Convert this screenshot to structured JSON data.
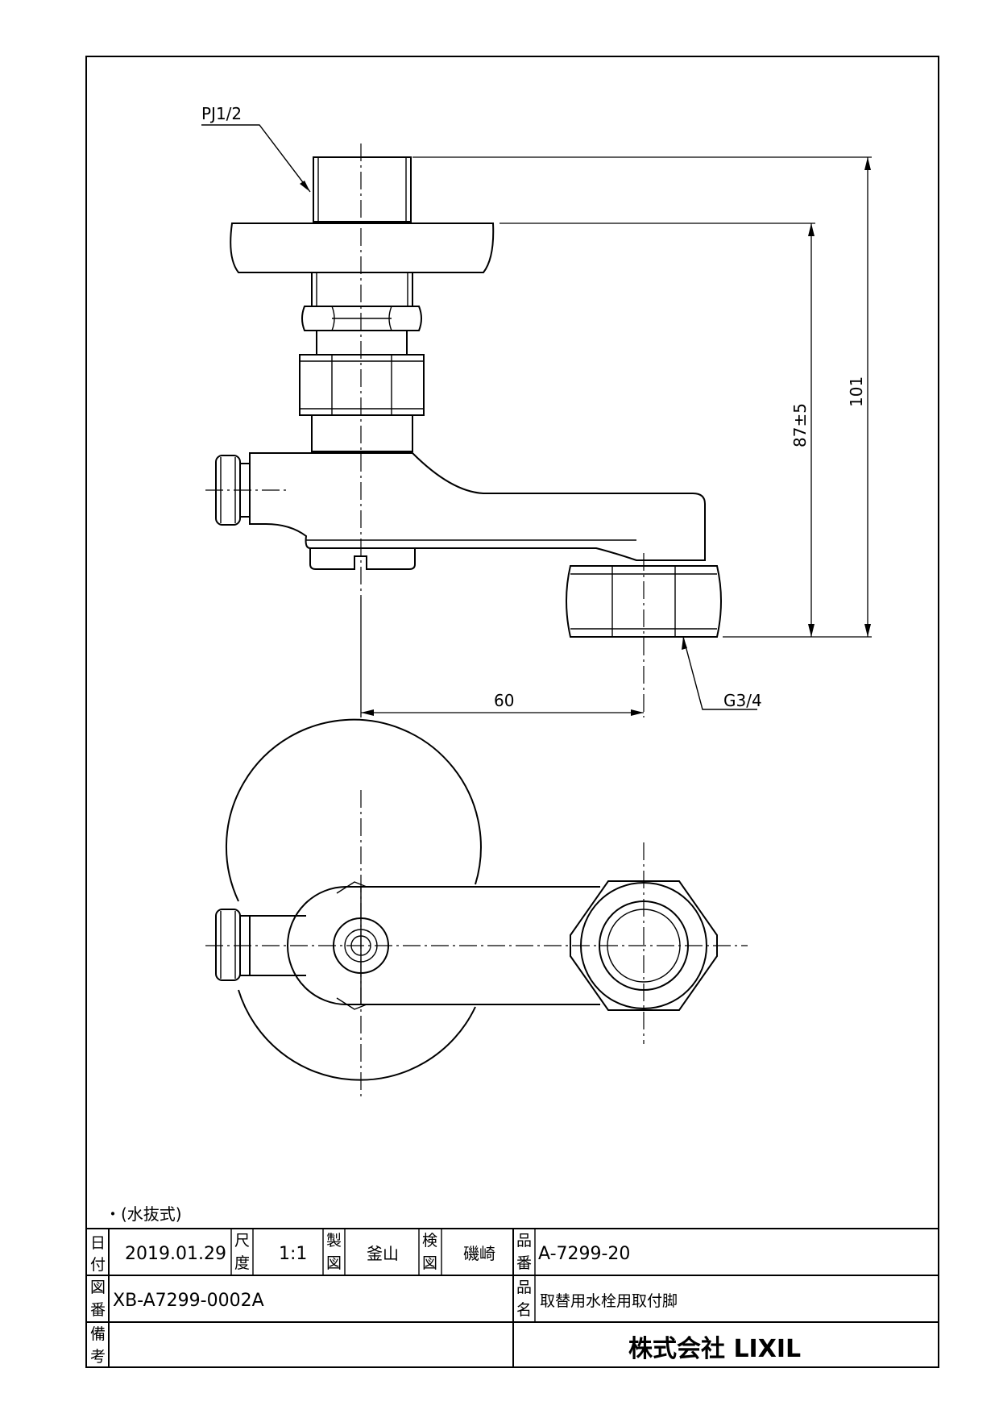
{
  "drawing": {
    "labels": {
      "thread_top": "PJ1/2",
      "thread_bottom": "G3/4",
      "dim_horizontal": "60",
      "dim_height_1": "87±5",
      "dim_height_2": "101"
    },
    "note": "・(水抜式)"
  },
  "title_block": {
    "date_label": [
      "日",
      "付"
    ],
    "date_value": "2019.01.29",
    "scale_label": [
      "尺",
      "度"
    ],
    "scale_value": "1:1",
    "drawn_label": [
      "製",
      "図"
    ],
    "drawn_value": "釜山",
    "checked_label": [
      "検",
      "図"
    ],
    "checked_value": "磯崎",
    "part_no_label": [
      "品",
      "番"
    ],
    "part_no_value": "A-7299-20",
    "drawing_no_label": [
      "図",
      "番"
    ],
    "drawing_no_value": "XB-A7299-0002A",
    "part_name_label": [
      "品",
      "名"
    ],
    "part_name_value": "取替用水栓用取付脚",
    "remarks_label": [
      "備",
      "考"
    ],
    "remarks_value": "",
    "company": "株式会社 LIXIL"
  }
}
